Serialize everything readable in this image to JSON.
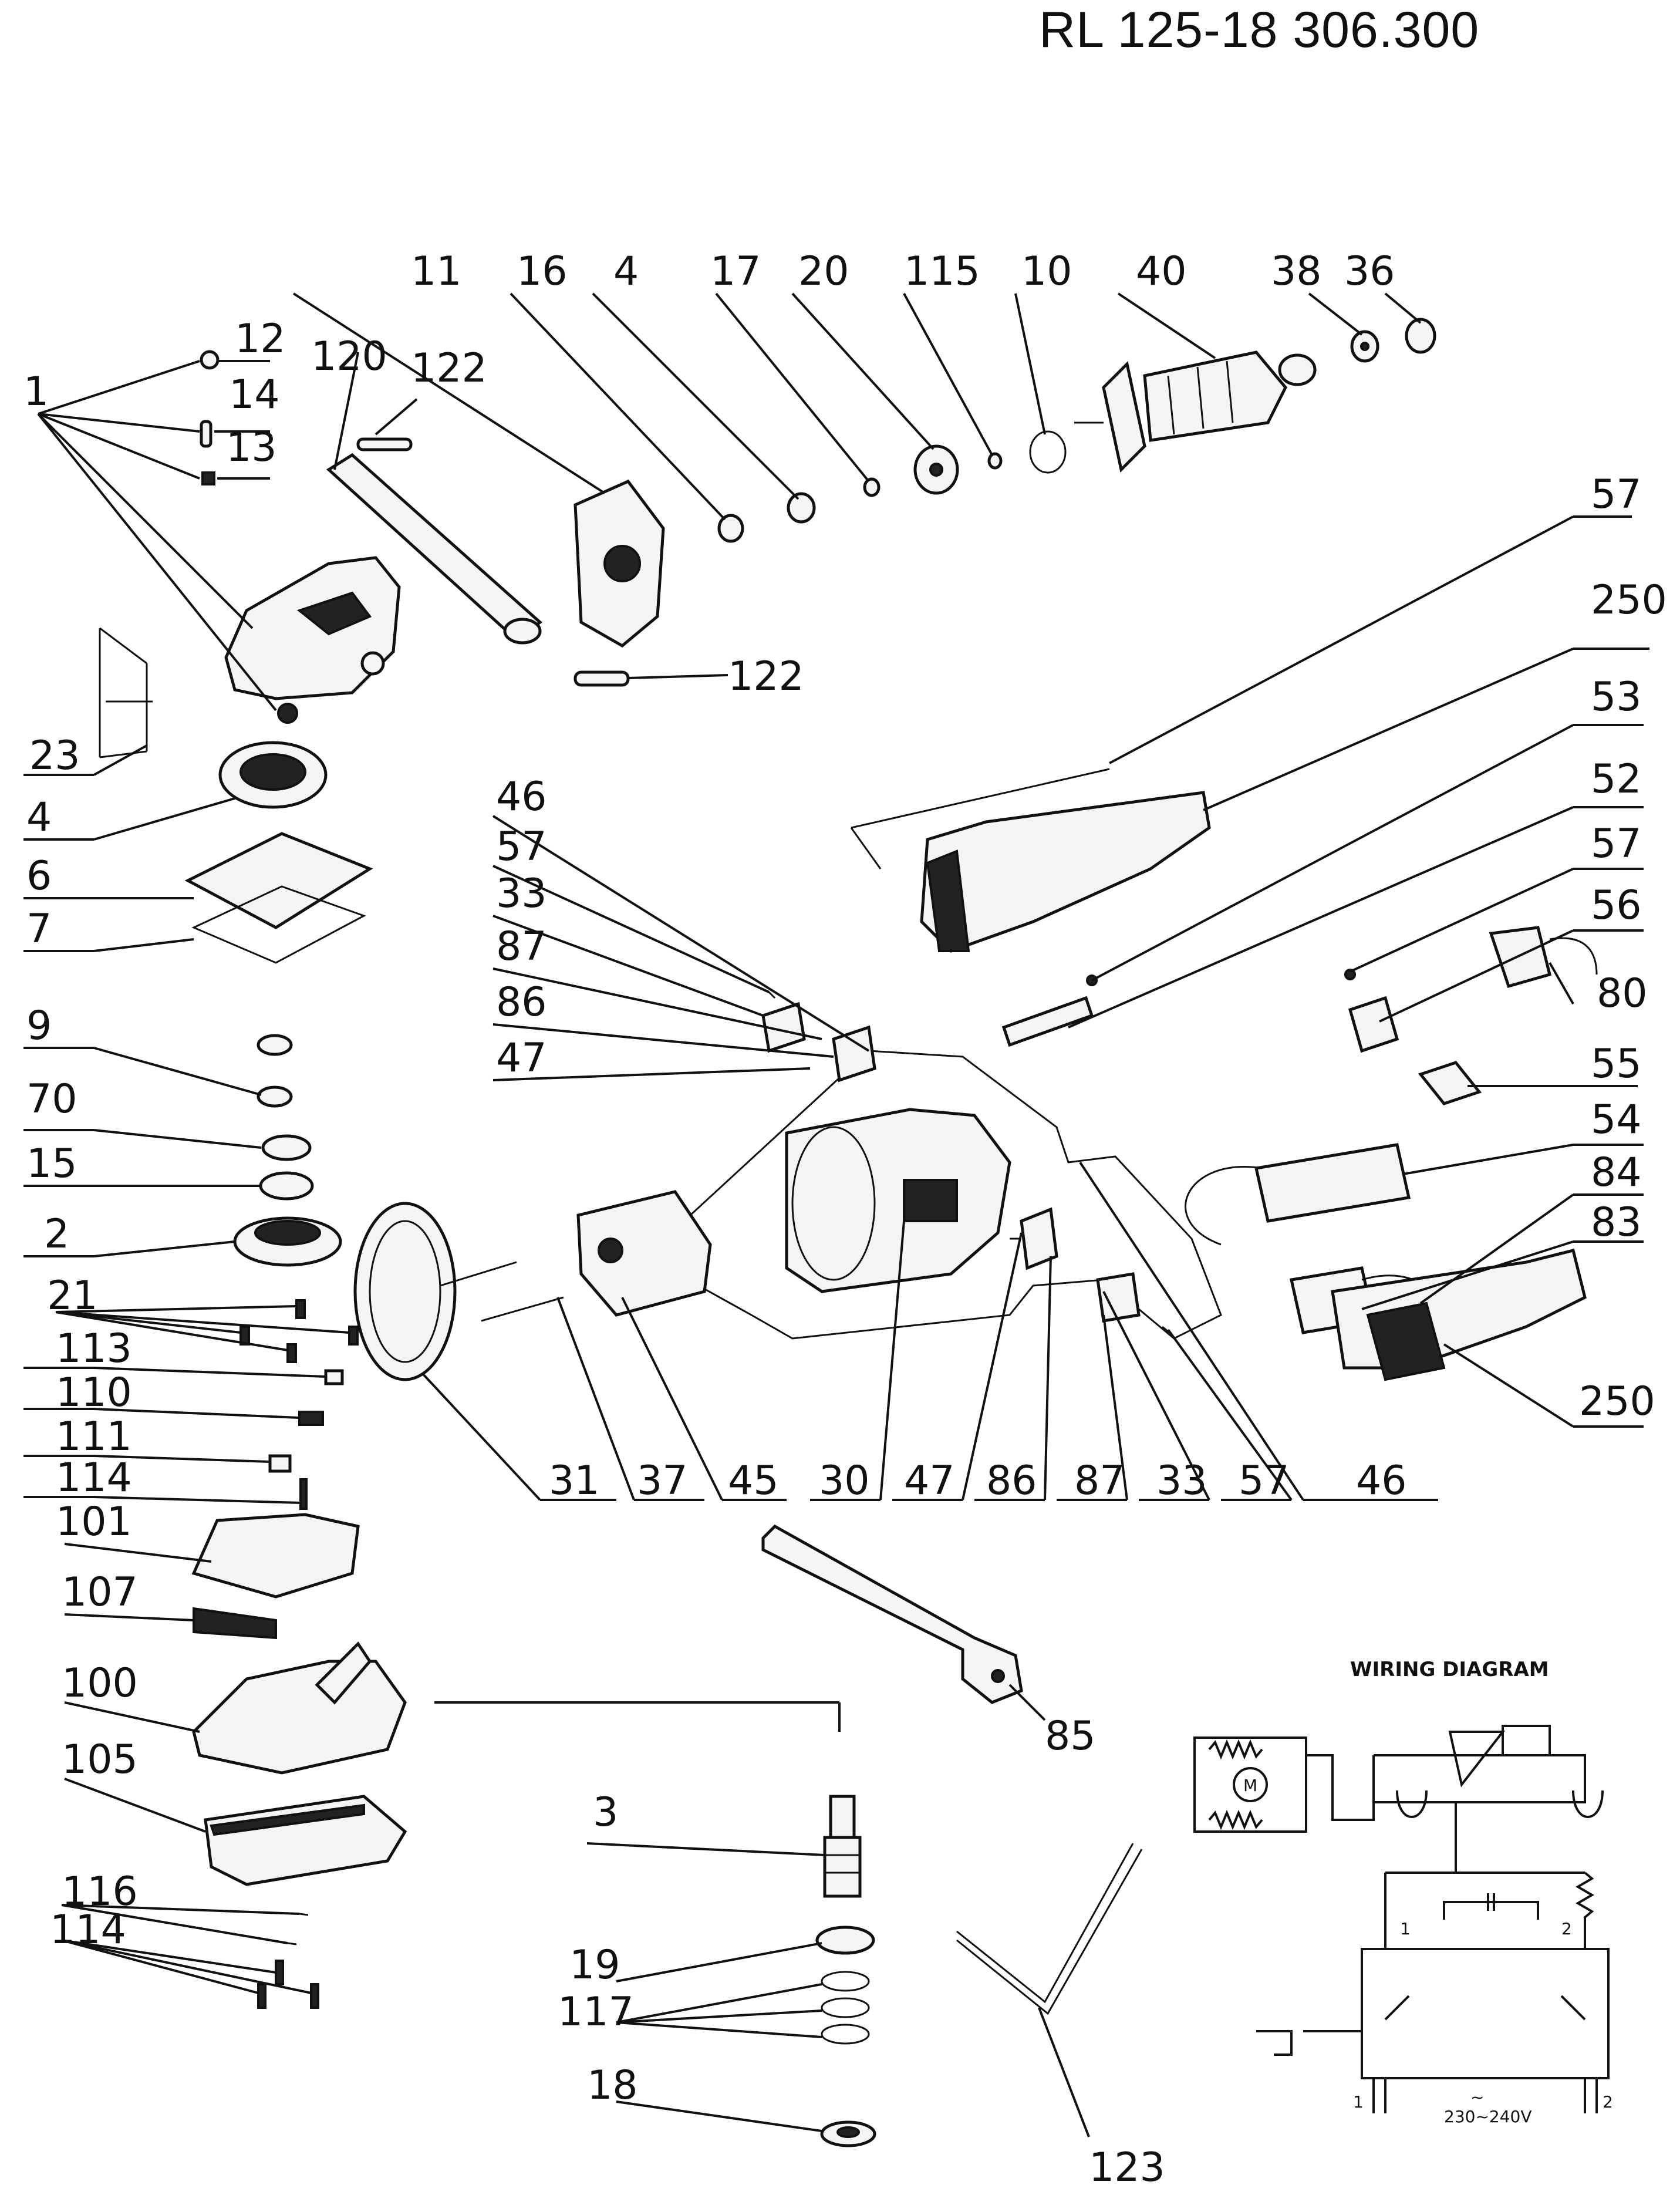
{
  "title": "RL 125-18 306.300",
  "wiring": {
    "title": "WIRING DIAGRAM",
    "motor": "M",
    "terminal_1": "1",
    "terminal_2": "2",
    "supply_1": "1",
    "supply_2": "2",
    "tilde": "~",
    "voltage": "230~240V"
  },
  "labels": {
    "l1": "1",
    "l12": "12",
    "l14": "14",
    "l13": "13",
    "l120": "120",
    "l122a": "122",
    "l11": "11",
    "l16": "16",
    "l4a": "4",
    "l17": "17",
    "l20": "20",
    "l115": "115",
    "l10": "10",
    "l40": "40",
    "l38": "38",
    "l36": "36",
    "l57a": "57",
    "l250a": "250",
    "l53": "53",
    "l52": "52",
    "l57b": "57",
    "l56": "56",
    "l80": "80",
    "l55": "55",
    "l54": "54",
    "l84": "84",
    "l83": "83",
    "l250b": "250",
    "l122b": "122",
    "l23": "23",
    "l4b": "4",
    "l6": "6",
    "l7": "7",
    "l9": "9",
    "l70": "70",
    "l15": "15",
    "l2": "2",
    "l21": "21",
    "l113": "113",
    "l110": "110",
    "l111": "111",
    "l114a": "114",
    "l101": "101",
    "l107": "107",
    "l100": "100",
    "l105": "105",
    "l116": "116",
    "l114b": "114",
    "l46a": "46",
    "l57c": "57",
    "l33a": "33",
    "l87a": "87",
    "l86a": "86",
    "l47a": "47",
    "l31": "31",
    "l37": "37",
    "l45": "45",
    "l30": "30",
    "l47b": "47",
    "l86b": "86",
    "l87b": "87",
    "l33b": "33",
    "l57d": "57",
    "l46b": "46",
    "l85": "85",
    "l3": "3",
    "l19": "19",
    "l117": "117",
    "l18": "18",
    "l123": "123"
  }
}
